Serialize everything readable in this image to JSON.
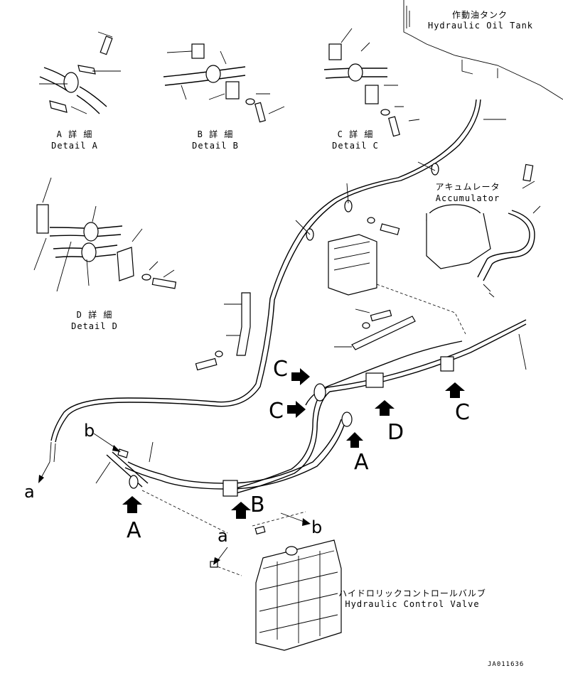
{
  "labels": {
    "tank_jp": "作動油タンク",
    "tank_en": "Hydraulic Oil Tank",
    "accumulator_jp": "アキュムレータ",
    "accumulator_en": "Accumulator",
    "valve_jp": "ハイドロリックコントロールバルブ",
    "valve_en": "Hydraulic Control Valve"
  },
  "details": [
    {
      "jp": "A 詳 細",
      "en": "Detail A"
    },
    {
      "jp": "B 詳 細",
      "en": "Detail B"
    },
    {
      "jp": "C 詳 細",
      "en": "Detail C"
    },
    {
      "jp": "D 詳 細",
      "en": "Detail D"
    }
  ],
  "callouts": {
    "A": "A",
    "B": "B",
    "C": "C",
    "D": "D",
    "a": "a",
    "b": "b"
  },
  "drawing_code": "JA011636"
}
